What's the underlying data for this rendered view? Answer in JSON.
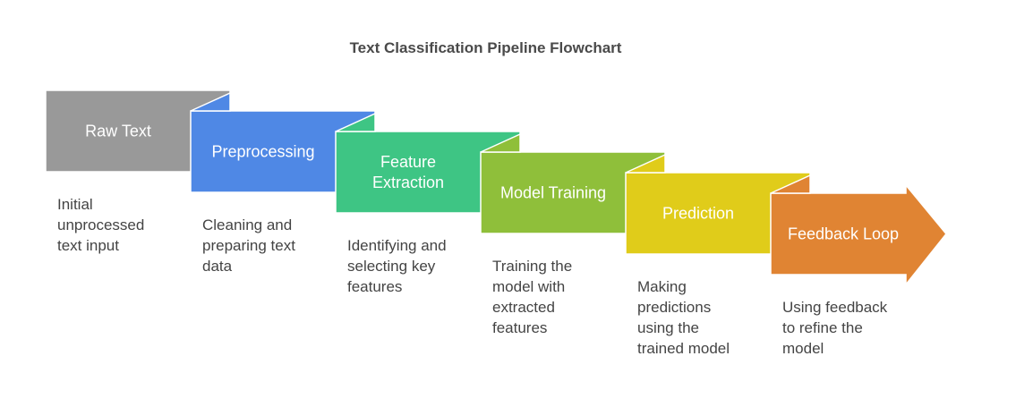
{
  "title": "Text Classification Pipeline Flowchart",
  "steps": [
    {
      "label": "Raw Text",
      "color": "#999999",
      "description": [
        "Initial",
        "unprocessed",
        "text input"
      ]
    },
    {
      "label": "Preprocessing",
      "color": "#4f88e5",
      "description": [
        "Cleaning and",
        "preparing text",
        "data"
      ]
    },
    {
      "label": "Feature Extraction",
      "color": "#3ec584",
      "description": [
        "Identifying and",
        "selecting key",
        "features"
      ]
    },
    {
      "label": "Model Training",
      "color": "#8fbf3a",
      "description": [
        "Training the",
        "model with",
        "extracted",
        "features"
      ]
    },
    {
      "label": "Prediction",
      "color": "#e0cc1a",
      "description": [
        "Making",
        "predictions",
        "using the",
        "trained model"
      ]
    },
    {
      "label": "Feedback Loop",
      "color": "#e08433",
      "description": [
        "Using feedback",
        "to refine the",
        "model"
      ]
    }
  ]
}
